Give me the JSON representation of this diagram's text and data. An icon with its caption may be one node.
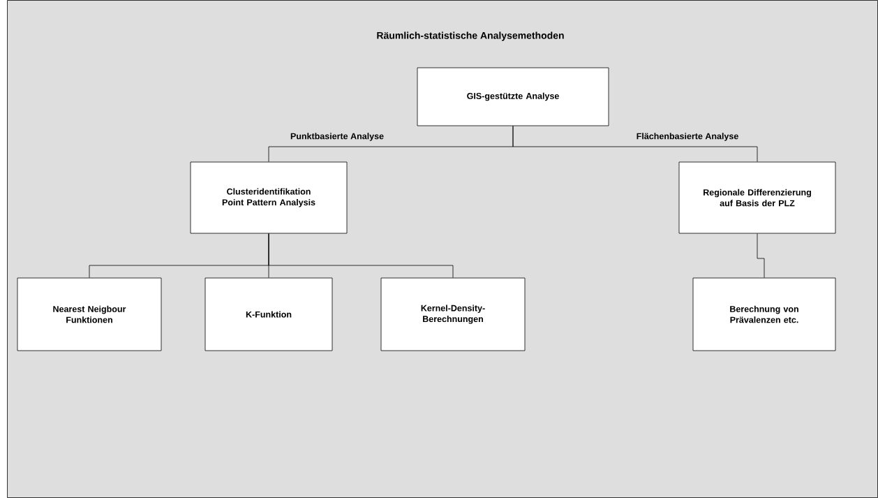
{
  "diagram": {
    "title": "Räumlich-statistische Analysemethoden",
    "nodes": [
      {
        "text": [
          "GIS-gestützte Analyse"
        ]
      },
      {
        "text": [
          "Clusteridentifikation Point Pattern Analysis"
        ]
      },
      {
        "text": [
          "Regionale Differenzierung auf Basis der PLZ"
        ]
      },
      {
        "text": [
          "Nearest Neigbour Funktionen"
        ]
      },
      {
        "text": [
          "K-Funktion"
        ]
      },
      {
        "text": [
          "Kernel-Density-Berechnungen"
        ]
      },
      {
        "text": [
          "Berechnung von Prävalenzen etc."
        ]
      }
    ],
    "edges": [
      {
        "from": 0,
        "to": 1,
        "arrow": "none",
        "label": "Punktbasierte Analyse"
      },
      {
        "from": 0,
        "to": 2,
        "arrow": "none",
        "label": "Flächenbasierte Analyse"
      },
      {
        "from": 1,
        "to": 3,
        "arrow": "none"
      },
      {
        "from": 1,
        "to": 4,
        "arrow": "none"
      },
      {
        "from": 1,
        "to": 5,
        "arrow": "none"
      },
      {
        "from": 2,
        "to": 6,
        "arrow": "none"
      }
    ]
  }
}
